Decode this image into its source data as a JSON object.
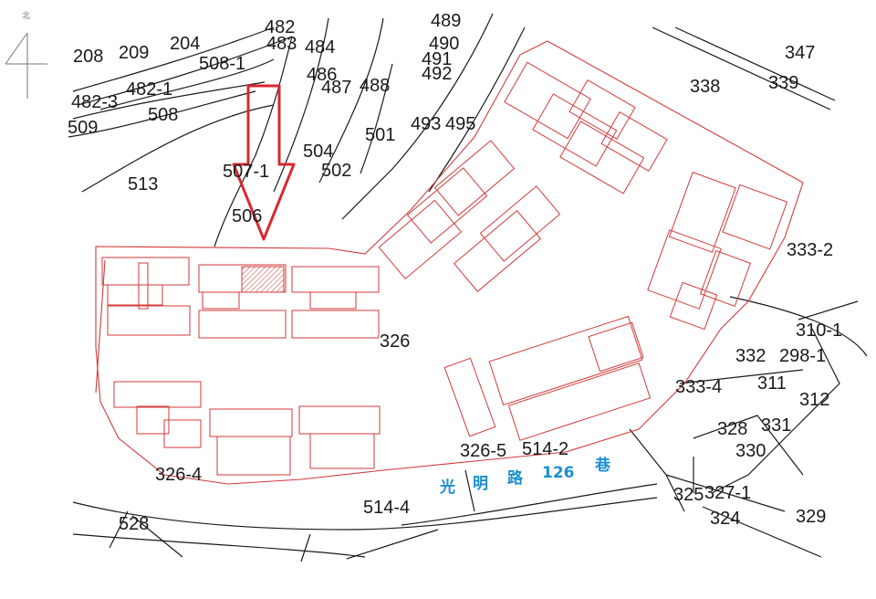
{
  "north": {
    "label": "北",
    "icon": "north-arrow-icon"
  },
  "parcels": [
    "208",
    "209",
    "204",
    "482",
    "483",
    "484",
    "508-1",
    "489",
    "490",
    "491",
    "492",
    "347",
    "338",
    "339",
    "482-1",
    "486",
    "487",
    "488",
    "482-3",
    "508",
    "509",
    "501",
    "493",
    "495",
    "504",
    "502",
    "507-1",
    "513",
    "506",
    "333-2",
    "326",
    "310-1",
    "332",
    "298-1",
    "333-4",
    "311",
    "312",
    "331",
    "328",
    "330",
    "326-5",
    "514-2",
    "326-4",
    "514-4",
    "325",
    "327-1",
    "528",
    "324",
    "329"
  ],
  "road": {
    "chars": [
      "光",
      "明",
      "路",
      "126",
      "巷"
    ],
    "color": "#1a8fd0"
  },
  "colors": {
    "boundary": "#1a1a1a",
    "building": "#d23a3a",
    "arrow": "#d8282e"
  },
  "marker": {
    "icon": "down-arrow-icon"
  }
}
